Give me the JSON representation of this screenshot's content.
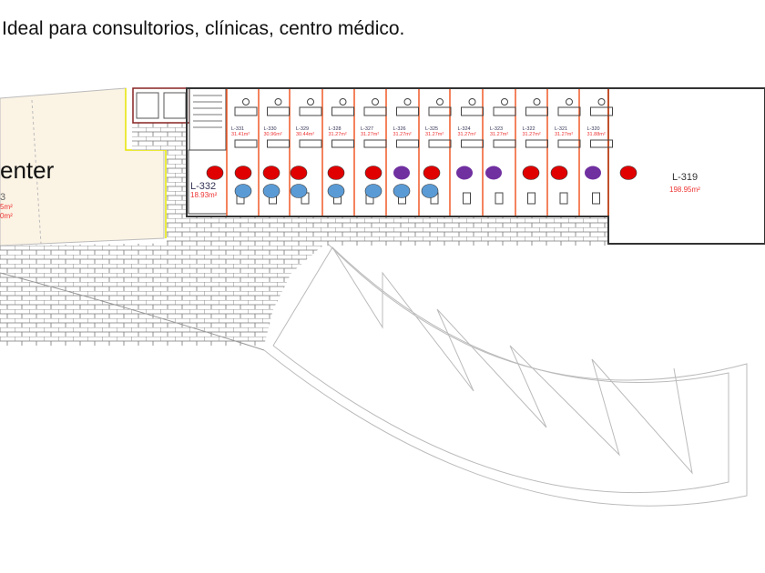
{
  "headline": "Ideal para consultorios, clínicas, centro médico.",
  "plan": {
    "center_label": "enter",
    "center_unit": "3",
    "center_area1": "5m²",
    "center_area2": "0m²",
    "l332": {
      "name": "L-332",
      "area": "18.93m²"
    },
    "l319": {
      "name": "L-319",
      "area": "198.95m²"
    },
    "units": [
      {
        "name": "L-331",
        "area": "31.41m²"
      },
      {
        "name": "L-330",
        "area": "30.96m²"
      },
      {
        "name": "L-329",
        "area": "30.44m²"
      },
      {
        "name": "L-328",
        "area": "31.27m²"
      },
      {
        "name": "L-327",
        "area": "31.27m²"
      },
      {
        "name": "L-326",
        "area": "31.27m²"
      },
      {
        "name": "L-325",
        "area": "31.27m²"
      },
      {
        "name": "L-324",
        "area": "31.27m²"
      },
      {
        "name": "L-323",
        "area": "31.27m²"
      },
      {
        "name": "L-322",
        "area": "31.27m²"
      },
      {
        "name": "L-321",
        "area": "31.27m²"
      },
      {
        "name": "L-320",
        "area": "31.88m²"
      }
    ],
    "colors": {
      "red": "#e00000",
      "purple": "#7030a0",
      "blue": "#5b9bd5",
      "partition": "#f05a28",
      "center_fill": "#fbf3e4"
    }
  }
}
